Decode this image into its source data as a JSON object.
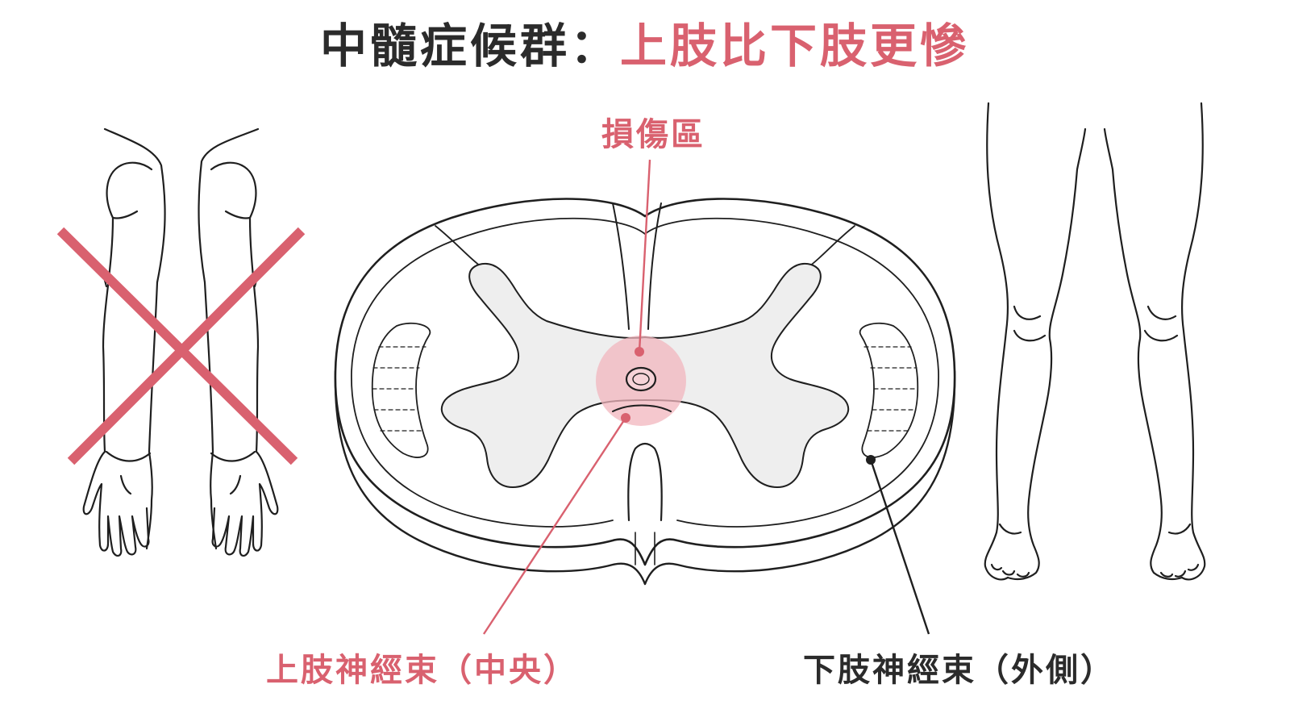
{
  "title": {
    "main": "中髓症候群：",
    "highlight": "上肢比下肢更慘"
  },
  "labels": {
    "injury_zone": "損傷區",
    "upper_limb_tract": "上肢神經束（中央）",
    "lower_limb_tract": "下肢神經束（外側）"
  },
  "colors": {
    "accent": "#d9616f",
    "text": "#2b2b2b",
    "line": "#1f1f1f",
    "grey_matter": "#eeeeee",
    "injury_fill": "#f2b5bd"
  },
  "icons": {
    "arms": "arms-with-cross-icon",
    "legs": "legs-icon",
    "cord": "spinal-cord-cross-section"
  }
}
